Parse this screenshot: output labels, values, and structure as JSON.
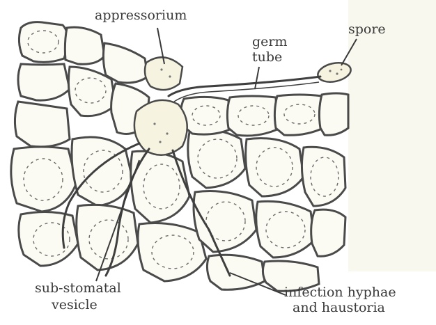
{
  "labels": {
    "appressorium": "appressorium",
    "germ_tube": [
      "germ",
      "tube"
    ],
    "spore": "spore",
    "sub_stomatal_vesicle": [
      "sub-stomatal",
      "vesicle"
    ],
    "infection_hyphae": [
      "infection hyphae",
      "and haustoria"
    ]
  },
  "colors": {
    "background": "#ffffff",
    "ink": "#3a3a3a",
    "cell_fill": "#fbfbf3",
    "fungus_fill": "#f6f4e0",
    "right_panel": "#f8f8ee"
  }
}
